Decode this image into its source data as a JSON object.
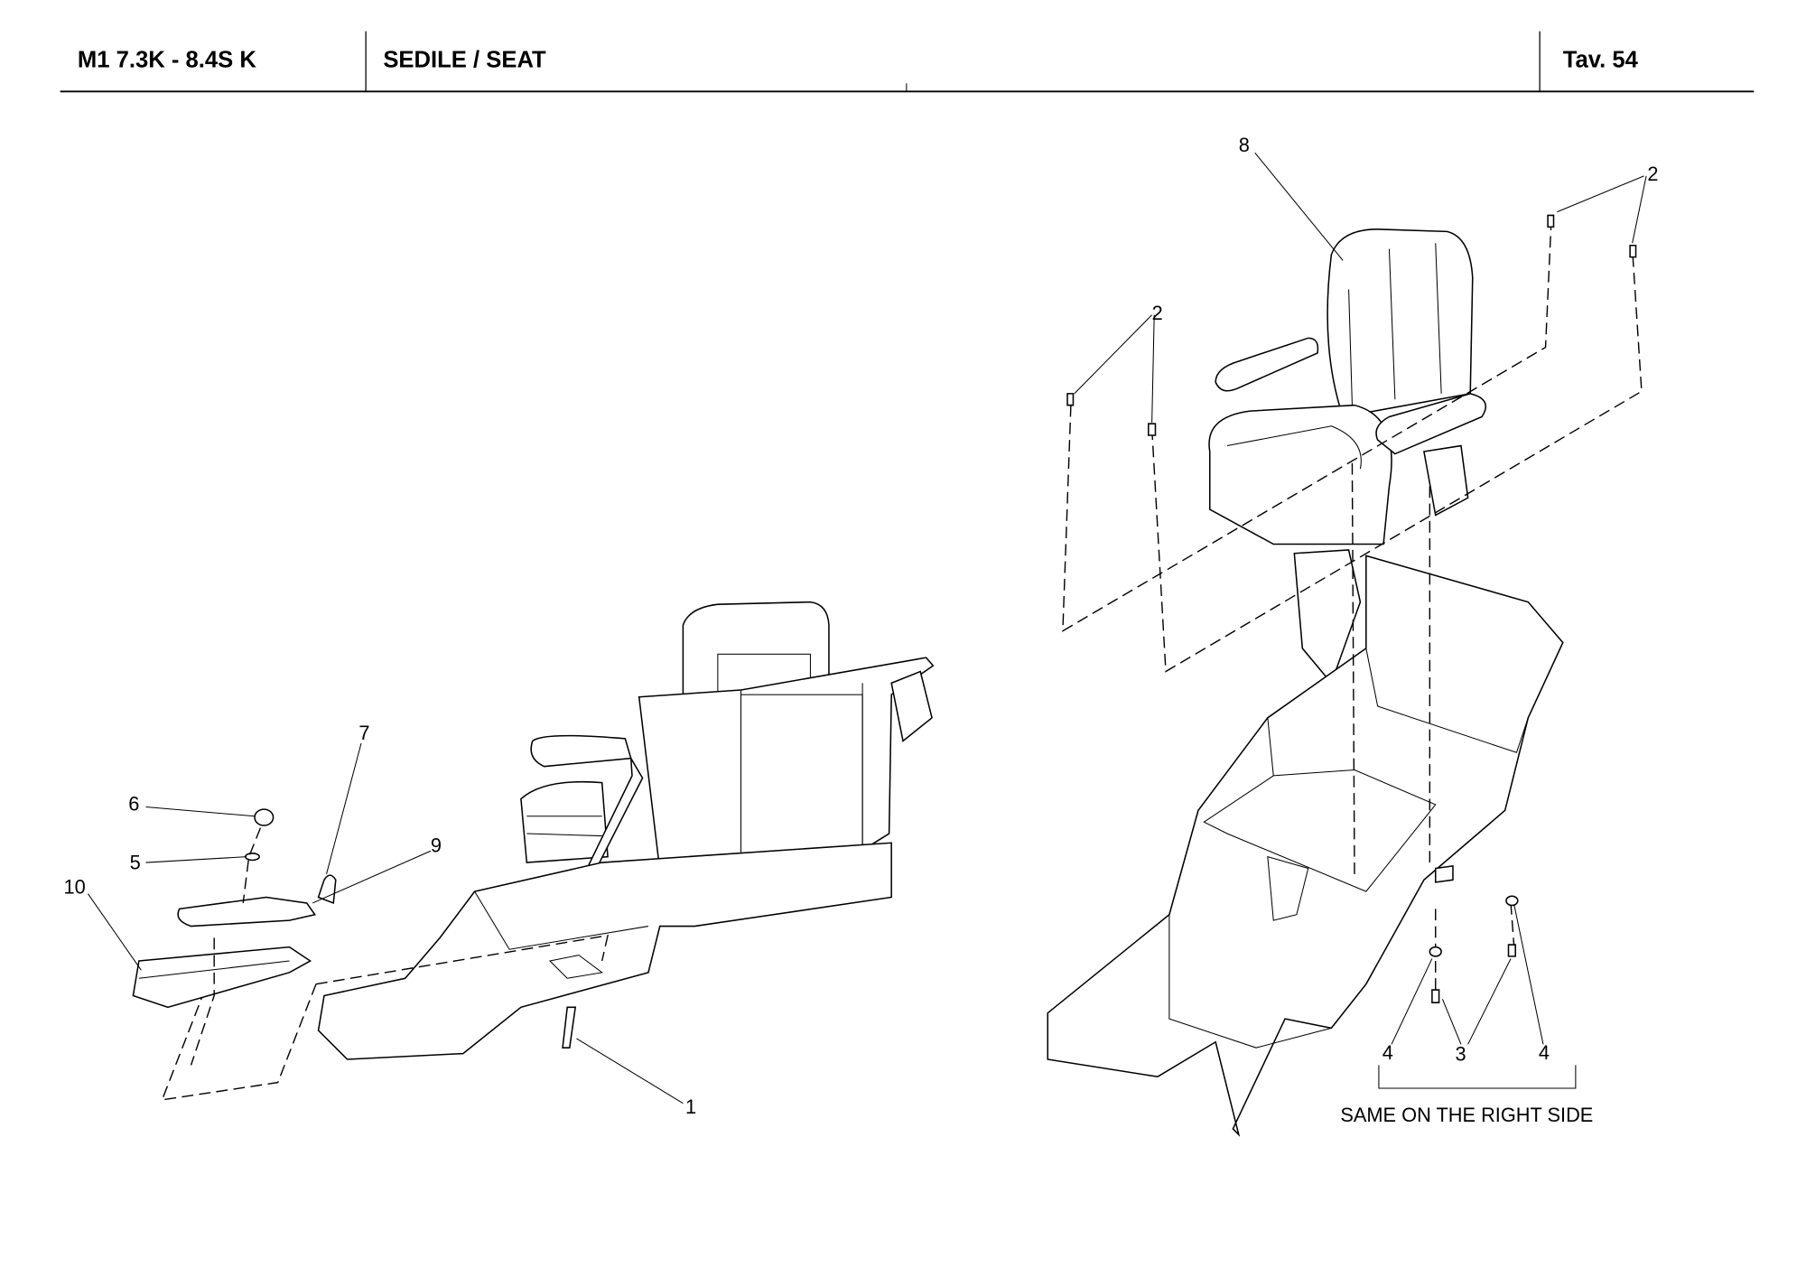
{
  "header": {
    "model": "M1 7.3K - 8.4S K",
    "title": "SEDILE / SEAT",
    "table": "Tav.  54"
  },
  "callouts": {
    "c1": "1",
    "c2a": "2",
    "c2b": "2",
    "c3": "3",
    "c4a": "4",
    "c4b": "4",
    "c5": "5",
    "c6": "6",
    "c7": "7",
    "c8": "8",
    "c9": "9",
    "c10": "10"
  },
  "note": "SAME ON THE RIGHT SIDE"
}
